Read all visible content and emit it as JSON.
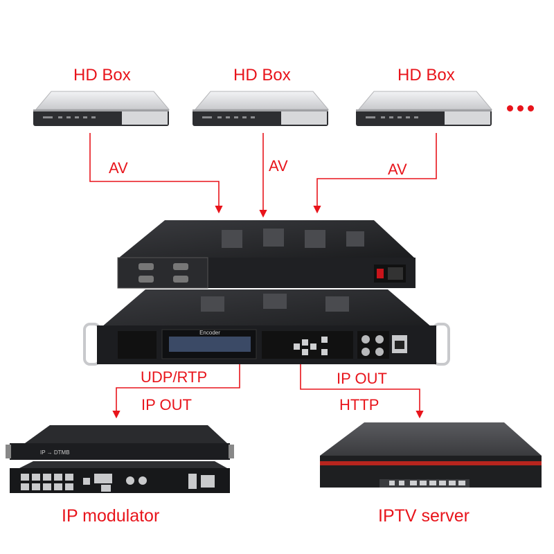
{
  "hd_boxes": [
    {
      "label": "HD Box"
    },
    {
      "label": "HD Box"
    },
    {
      "label": "HD Box"
    }
  ],
  "av_links": [
    "AV",
    "AV",
    "AV"
  ],
  "encoder": {
    "display_text": "Encoder"
  },
  "outputs": {
    "left": {
      "line1": "UDP/RTP",
      "line2": "IP OUT"
    },
    "right": {
      "line1": "IP OUT",
      "line2": "HTTP"
    }
  },
  "ip_modulator": {
    "label": "IP modulator",
    "front_text": "IP → DTMB"
  },
  "iptv_server": {
    "label": "IPTV server"
  },
  "colors": {
    "accent": "#e8141b",
    "device_silver": "#d9dadc",
    "device_dark": "#2a2b2e"
  }
}
